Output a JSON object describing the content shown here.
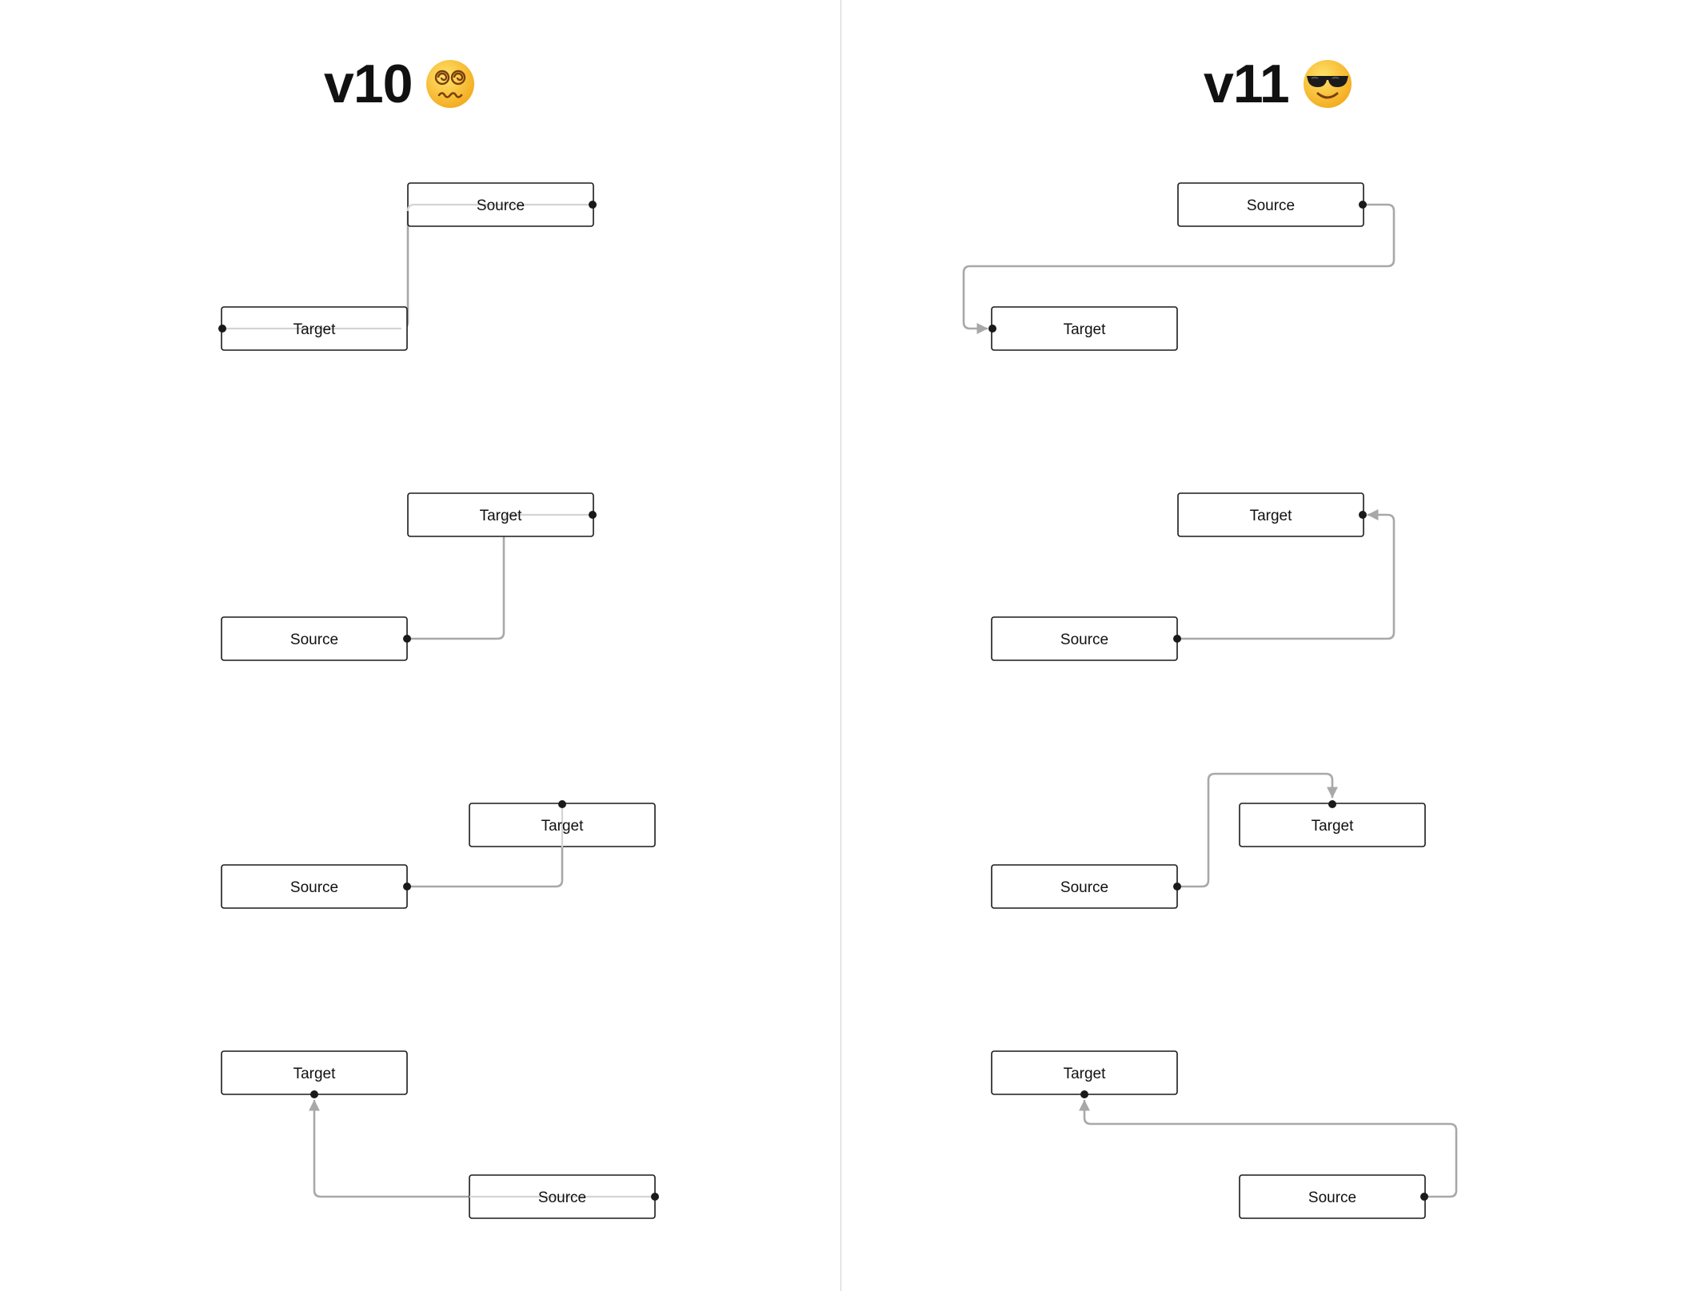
{
  "panels": [
    {
      "title": "v10",
      "emoji": "dizzy-face-icon",
      "nodes": [
        {
          "id": "a1s",
          "label": "Source"
        },
        {
          "id": "a1t",
          "label": "Target"
        },
        {
          "id": "a2t",
          "label": "Target"
        },
        {
          "id": "a2s",
          "label": "Source"
        },
        {
          "id": "a3t",
          "label": "Target"
        },
        {
          "id": "a3s",
          "label": "Source"
        },
        {
          "id": "a4t",
          "label": "Target"
        },
        {
          "id": "a4s",
          "label": "Source"
        }
      ]
    },
    {
      "title": "v11",
      "emoji": "sunglasses-face-icon",
      "nodes": [
        {
          "id": "b1s",
          "label": "Source"
        },
        {
          "id": "b1t",
          "label": "Target"
        },
        {
          "id": "b2t",
          "label": "Target"
        },
        {
          "id": "b2s",
          "label": "Source"
        },
        {
          "id": "b3t",
          "label": "Target"
        },
        {
          "id": "b3s",
          "label": "Source"
        },
        {
          "id": "b4t",
          "label": "Target"
        },
        {
          "id": "b4s",
          "label": "Source"
        }
      ]
    }
  ],
  "colors": {
    "edge": "#a8a8a8",
    "edge_faint": "#d4d4d4",
    "node_border": "#1a1a1a",
    "handle": "#1a1a1a",
    "divider": "#cfcfcf"
  }
}
